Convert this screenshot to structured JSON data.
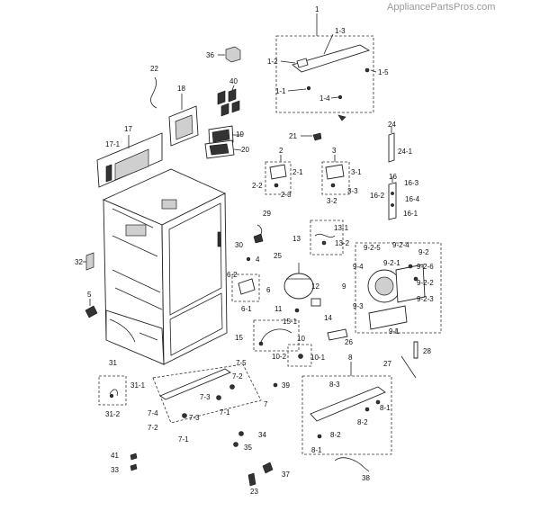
{
  "watermark": "AppliancePartsPros.com",
  "callouts": [
    {
      "id": "c1",
      "text": "1"
    },
    {
      "id": "c1-1",
      "text": "1-1"
    },
    {
      "id": "c1-2",
      "text": "1-2"
    },
    {
      "id": "c1-3",
      "text": "1-3"
    },
    {
      "id": "c1-4",
      "text": "1-4"
    },
    {
      "id": "c1-5",
      "text": "1-5"
    },
    {
      "id": "c2",
      "text": "2"
    },
    {
      "id": "c2-1",
      "text": "2-1"
    },
    {
      "id": "c2-2",
      "text": "2-2"
    },
    {
      "id": "c2-3",
      "text": "2-3"
    },
    {
      "id": "c3",
      "text": "3"
    },
    {
      "id": "c3-1",
      "text": "3-1"
    },
    {
      "id": "c3-2",
      "text": "3-2"
    },
    {
      "id": "c3-3",
      "text": "3-3"
    },
    {
      "id": "c4",
      "text": "4"
    },
    {
      "id": "c5",
      "text": "5"
    },
    {
      "id": "c6",
      "text": "6"
    },
    {
      "id": "c6-1",
      "text": "6-1"
    },
    {
      "id": "c6-2",
      "text": "6-2"
    },
    {
      "id": "c7",
      "text": "7"
    },
    {
      "id": "c7-1a",
      "text": "7-1"
    },
    {
      "id": "c7-1b",
      "text": "7-1"
    },
    {
      "id": "c7-2a",
      "text": "7-2"
    },
    {
      "id": "c7-2b",
      "text": "7-2"
    },
    {
      "id": "c7-3a",
      "text": "7-3"
    },
    {
      "id": "c7-3b",
      "text": "7-3"
    },
    {
      "id": "c7-4",
      "text": "7-4"
    },
    {
      "id": "c7-5",
      "text": "7-5"
    },
    {
      "id": "c8",
      "text": "8"
    },
    {
      "id": "c8-1a",
      "text": "8-1"
    },
    {
      "id": "c8-1b",
      "text": "8-1"
    },
    {
      "id": "c8-2a",
      "text": "8-2"
    },
    {
      "id": "c8-2b",
      "text": "8-2"
    },
    {
      "id": "c8-3",
      "text": "8-3"
    },
    {
      "id": "c9",
      "text": "9"
    },
    {
      "id": "c9-1",
      "text": "9-1"
    },
    {
      "id": "c9-2",
      "text": "9-2"
    },
    {
      "id": "c9-2-1",
      "text": "9-2-1"
    },
    {
      "id": "c9-2-2",
      "text": "9-2-2"
    },
    {
      "id": "c9-2-3",
      "text": "9-2-3"
    },
    {
      "id": "c9-2-4",
      "text": "9-2-4"
    },
    {
      "id": "c9-2-5",
      "text": "9-2-5"
    },
    {
      "id": "c9-2-6",
      "text": "9-2-6"
    },
    {
      "id": "c9-3",
      "text": "9-3"
    },
    {
      "id": "c9-4",
      "text": "9-4"
    },
    {
      "id": "c10",
      "text": "10"
    },
    {
      "id": "c10-1",
      "text": "10-1"
    },
    {
      "id": "c10-2",
      "text": "10-2"
    },
    {
      "id": "c11",
      "text": "11"
    },
    {
      "id": "c12",
      "text": "12"
    },
    {
      "id": "c13",
      "text": "13"
    },
    {
      "id": "c13-1",
      "text": "13-1"
    },
    {
      "id": "c13-2",
      "text": "13-2"
    },
    {
      "id": "c14",
      "text": "14"
    },
    {
      "id": "c15",
      "text": "15"
    },
    {
      "id": "c15-1",
      "text": "15-1"
    },
    {
      "id": "c16",
      "text": "16"
    },
    {
      "id": "c16-1",
      "text": "16-1"
    },
    {
      "id": "c16-2",
      "text": "16-2"
    },
    {
      "id": "c16-3",
      "text": "16-3"
    },
    {
      "id": "c16-4",
      "text": "16-4"
    },
    {
      "id": "c17",
      "text": "17"
    },
    {
      "id": "c17-1",
      "text": "17-1"
    },
    {
      "id": "c18",
      "text": "18"
    },
    {
      "id": "c19",
      "text": "19"
    },
    {
      "id": "c20",
      "text": "20"
    },
    {
      "id": "c21",
      "text": "21"
    },
    {
      "id": "c22",
      "text": "22"
    },
    {
      "id": "c23",
      "text": "23"
    },
    {
      "id": "c24",
      "text": "24"
    },
    {
      "id": "c24-1",
      "text": "24-1"
    },
    {
      "id": "c25",
      "text": "25"
    },
    {
      "id": "c26",
      "text": "26"
    },
    {
      "id": "c27",
      "text": "27"
    },
    {
      "id": "c28",
      "text": "28"
    },
    {
      "id": "c29",
      "text": "29"
    },
    {
      "id": "c30",
      "text": "30"
    },
    {
      "id": "c31",
      "text": "31"
    },
    {
      "id": "c31-1",
      "text": "31-1"
    },
    {
      "id": "c31-2",
      "text": "31-2"
    },
    {
      "id": "c32",
      "text": "32"
    },
    {
      "id": "c33",
      "text": "33"
    },
    {
      "id": "c34",
      "text": "34"
    },
    {
      "id": "c35",
      "text": "35"
    },
    {
      "id": "c36",
      "text": "36"
    },
    {
      "id": "c37",
      "text": "37"
    },
    {
      "id": "c38",
      "text": "38"
    },
    {
      "id": "c39",
      "text": "39"
    },
    {
      "id": "c40",
      "text": "40"
    },
    {
      "id": "c41",
      "text": "41"
    }
  ]
}
